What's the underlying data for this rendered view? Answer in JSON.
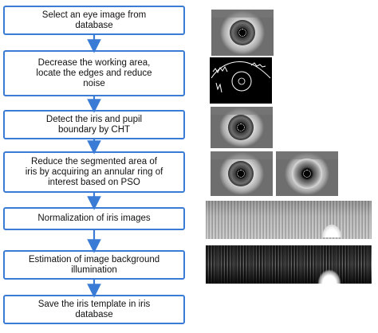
{
  "steps": [
    "Select an eye image from\ndatabase",
    "Decrease the working area,\nlocate the edges and reduce\nnoise",
    "Detect the iris and pupil\nboundary by CHT",
    "Reduce the segmented area of\niris by acquiring an annular ring of\ninterest based on PSO",
    "Normalization of iris images",
    "Estimation of image background\nillumination",
    "Save the iris template in iris\ndatabase"
  ],
  "images": [
    {
      "name": "eye-image-original",
      "kind": "eye photo"
    },
    {
      "name": "eye-edge-map",
      "kind": "edge detection"
    },
    {
      "name": "eye-iris-pupil-boundary",
      "kind": "eye photo"
    },
    {
      "name": "eye-segmented-iris",
      "kind": "eye photo"
    },
    {
      "name": "eye-annular-ring",
      "kind": "eye photo"
    },
    {
      "name": "normalized-iris-strip",
      "kind": "normalized strip"
    },
    {
      "name": "background-illumination-strip",
      "kind": "illumination strip"
    }
  ],
  "colors": {
    "box_border": "#3a7bd5",
    "arrow": "#3a7bd5",
    "text": "#111111"
  }
}
